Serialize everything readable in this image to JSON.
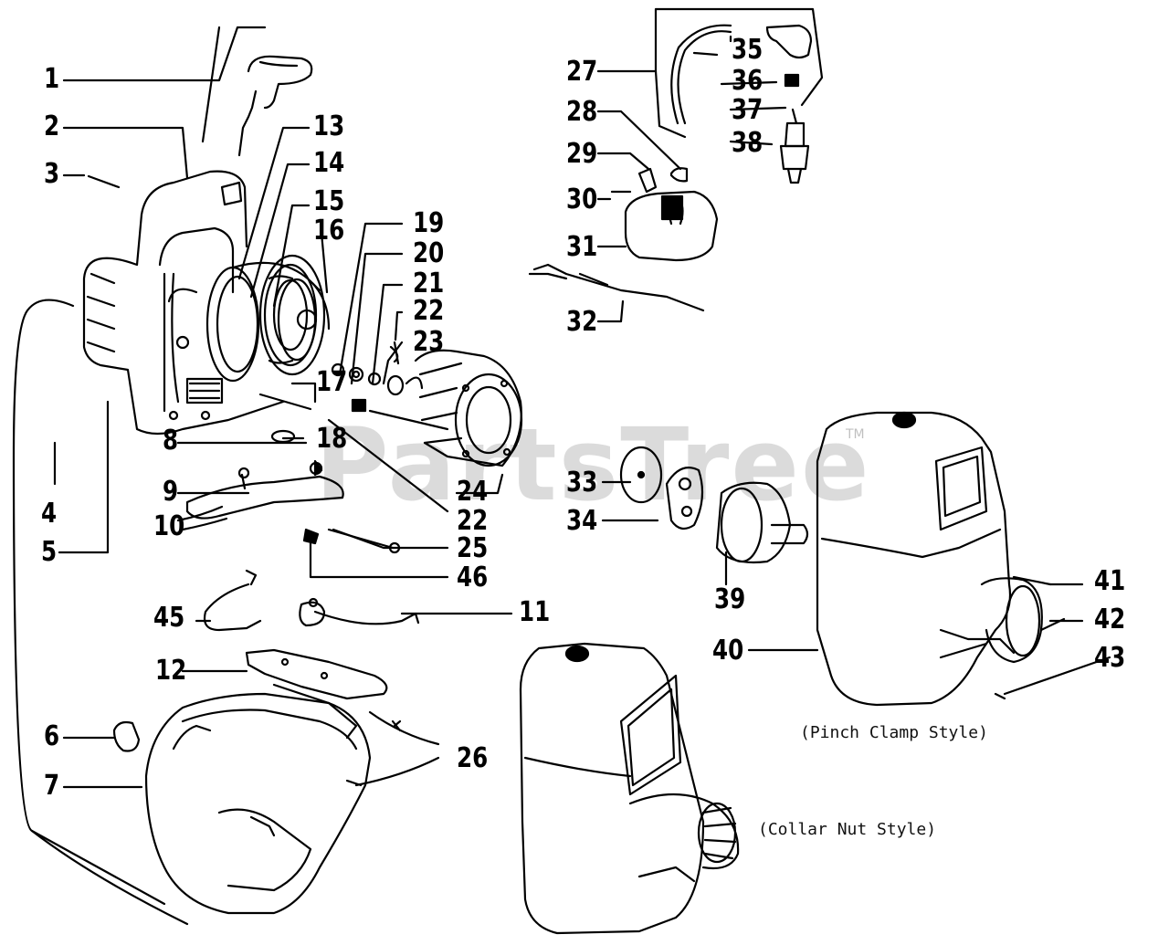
{
  "watermark": {
    "text": "PartsTree",
    "mark": "TM"
  },
  "captions": {
    "pinch_clamp": "(Pinch Clamp Style)",
    "collar_nut": "(Collar Nut Style)"
  },
  "callouts": {
    "c1": "1",
    "c2": "2",
    "c3": "3",
    "c4": "4",
    "c5": "5",
    "c6": "6",
    "c7": "7",
    "c8": "8",
    "c9": "9",
    "c10": "10",
    "c11": "11",
    "c12": "12",
    "c13": "13",
    "c14": "14",
    "c15": "15",
    "c16": "16",
    "c17": "17",
    "c18": "18",
    "c19": "19",
    "c20": "20",
    "c21": "21",
    "c22a": "22",
    "c22b": "22",
    "c23": "23",
    "c24": "24",
    "c25": "25",
    "c26": "26",
    "c27": "27",
    "c28": "28",
    "c29": "29",
    "c30": "30",
    "c31": "31",
    "c32": "32",
    "c33": "33",
    "c34": "34",
    "c35": "35",
    "c36": "36",
    "c37": "37",
    "c38": "38",
    "c39": "39",
    "c40": "40",
    "c41": "41",
    "c42": "42",
    "c43": "43",
    "c45": "45",
    "c46": "46"
  }
}
